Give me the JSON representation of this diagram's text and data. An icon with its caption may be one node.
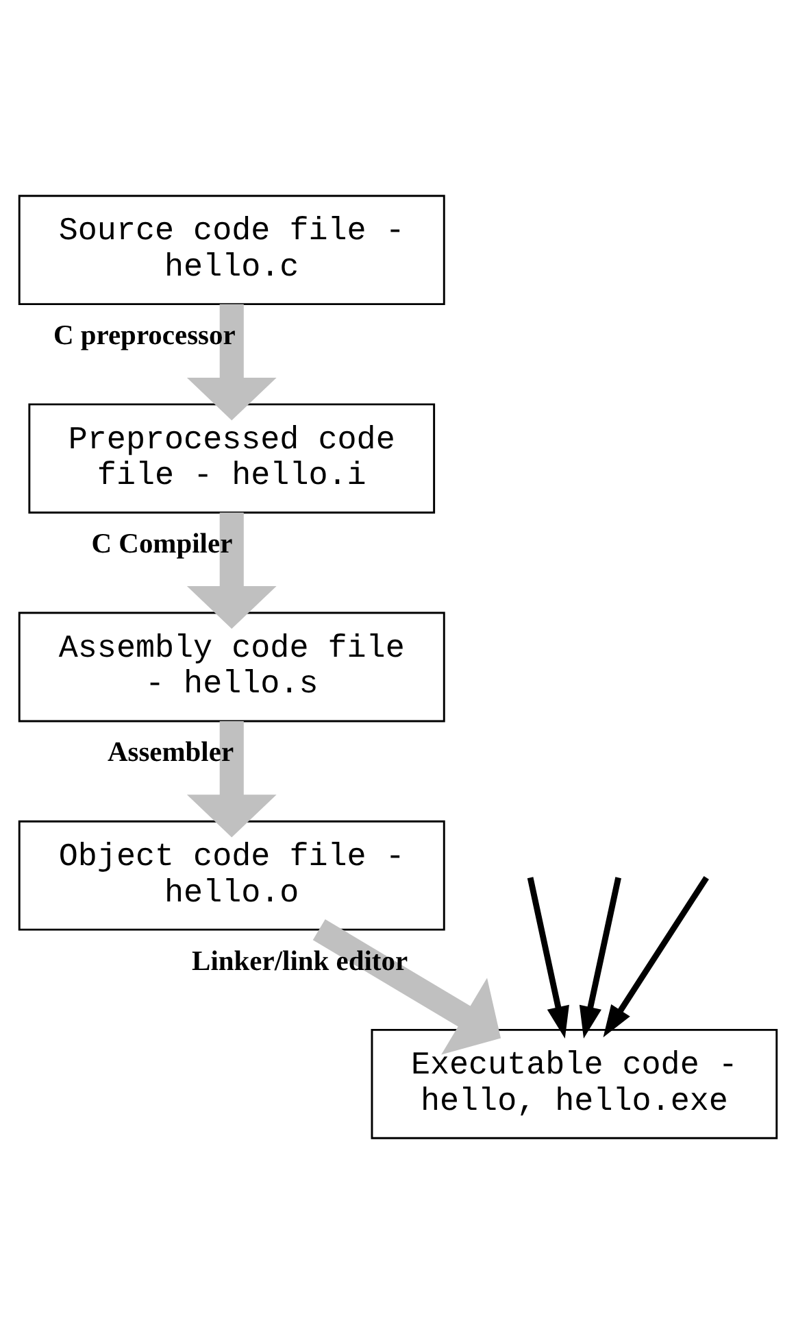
{
  "diagram": {
    "nodes": [
      {
        "text": [
          "Source code file - hello.c"
        ]
      },
      {
        "text": [
          "Preprocessed code file - hello.i"
        ]
      },
      {
        "text": [
          "Assembly code file - hello.s"
        ]
      },
      {
        "text": [
          "Object code file - hello.o"
        ]
      },
      {
        "text": [
          "Executable code - hello, hello.exe"
        ]
      }
    ],
    "edges": [
      {
        "from": 0,
        "to": 1,
        "arrow": "to",
        "label": "C preprocessor"
      },
      {
        "from": 1,
        "to": 2,
        "arrow": "to",
        "label": "C Compiler"
      },
      {
        "from": 2,
        "to": 3,
        "arrow": "to",
        "label": "Assembler"
      },
      {
        "from": 3,
        "to": 4,
        "arrow": "to",
        "label": "Linker/link editor"
      },
      {
        "from": null,
        "to": 4,
        "arrow": "to",
        "color": "#000000"
      },
      {
        "from": null,
        "to": 4,
        "arrow": "to",
        "color": "#000000"
      },
      {
        "from": null,
        "to": 4,
        "arrow": "to",
        "color": "#000000"
      }
    ]
  }
}
